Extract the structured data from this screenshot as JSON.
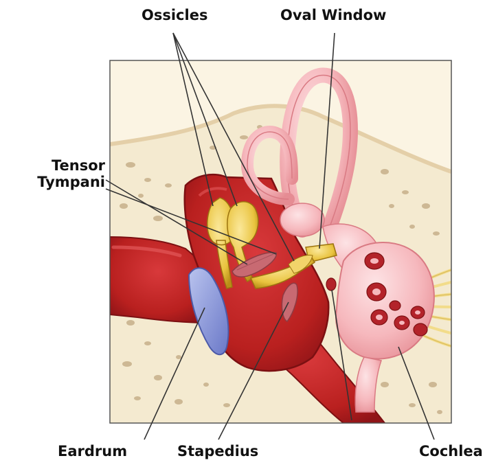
{
  "labels": {
    "ossicles": "Ossicles",
    "oval_window": "Oval Window",
    "tensor_line1": "Tensor",
    "tensor_line2": "Tympani",
    "eardrum": "Eardrum",
    "stapedius": "Stapedius",
    "cochlea": "Cochlea"
  },
  "colors": {
    "bone": "#f4ead0",
    "bone_pore": "#cdb894",
    "canal_red": "#c5282b",
    "canal_dark": "#8f1417",
    "canal_highlight": "#e2585a",
    "tissue_pink": "#f6b8bd",
    "tissue_pink_dark": "#e58c93",
    "eardrum_blue": "#7f8fd6",
    "ossicle_yellow": "#e9c33e",
    "muscle": "#c86a72",
    "nerve": "#f2dc8a",
    "leader": "#333333",
    "frame": "#555555"
  }
}
